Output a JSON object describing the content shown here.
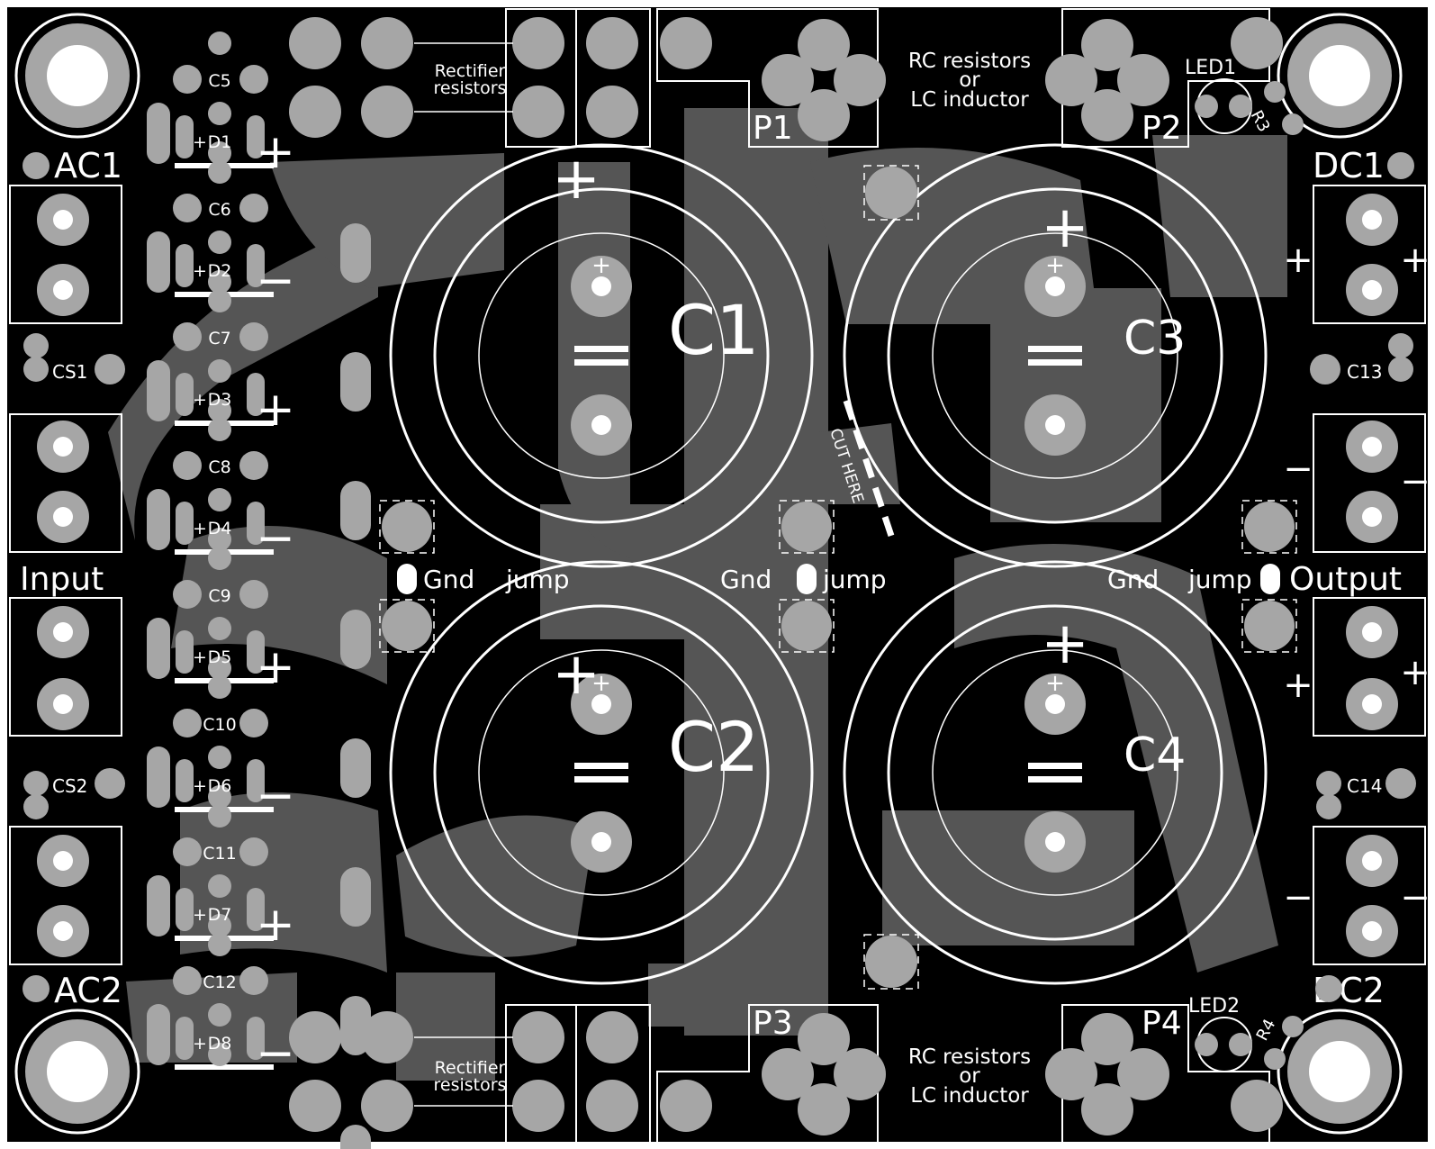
{
  "board": {
    "capacitors": [
      {
        "label": "C1",
        "plus": "+",
        "pin_plus": "+"
      },
      {
        "label": "C3",
        "plus": "+",
        "pin_plus": "+"
      },
      {
        "label": "C2",
        "plus": "+",
        "pin_plus": "+"
      },
      {
        "label": "C4",
        "plus": "+",
        "pin_plus": "+"
      }
    ],
    "connectors": {
      "ac1": "AC1",
      "ac2": "AC2",
      "dc1": "DC1",
      "dc2": "DC2",
      "input": "Input",
      "output": "Output"
    },
    "snubbers": {
      "cs1": "CS1",
      "cs2": "CS2",
      "c13": "C13",
      "c14": "C14"
    },
    "small_caps": [
      "C5",
      "C6",
      "C7",
      "C8",
      "C9",
      "C10",
      "C11",
      "C12"
    ],
    "diodes": [
      "D1",
      "D2",
      "D3",
      "D4",
      "D5",
      "D6",
      "D7",
      "D8"
    ],
    "rectifier_label": {
      "line1": "Rectifier",
      "line2": "resistors"
    },
    "filter_label": {
      "line1": "RC resistors",
      "line2": "or",
      "line3": "LC inductor"
    },
    "positions": {
      "p1": "P1",
      "p2": "P2",
      "p3": "P3",
      "p4": "P4"
    },
    "leds": {
      "led1": "LED1",
      "led2": "LED2",
      "r3": "R3",
      "r4": "R4"
    },
    "ground_jumps": {
      "gnd": "Gnd",
      "jump": "jump"
    },
    "cut_here": "CUT HERE",
    "polarity": {
      "plus": "+",
      "minus": "−"
    },
    "colors": {
      "board": "#000000",
      "copper": "#555555",
      "pads": "#a6a6a6",
      "silkscreen": "#ffffff"
    }
  }
}
